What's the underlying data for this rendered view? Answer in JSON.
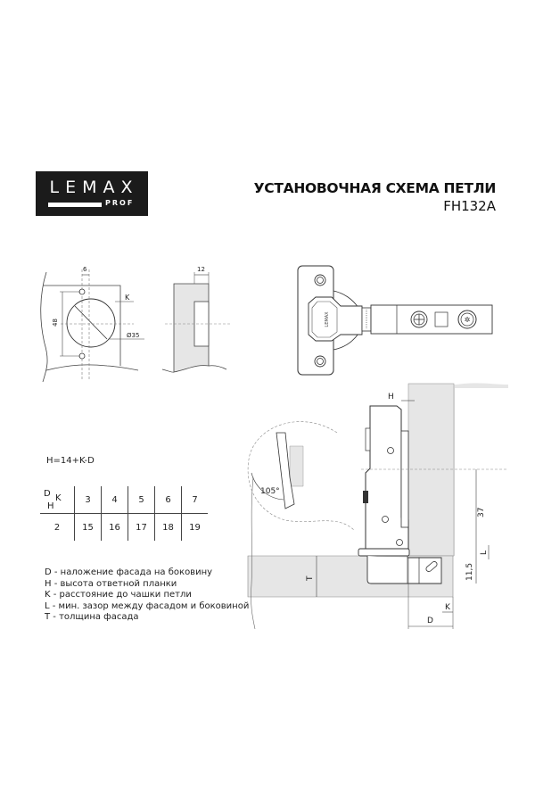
{
  "logo": {
    "brand": "LEMAX",
    "sub": "PROF"
  },
  "header": {
    "title": "УСТАНОВОЧНАЯ СХЕМА ПЕТЛИ",
    "model": "FH132A"
  },
  "drilling": {
    "dim_6": "6",
    "dim_48": "48",
    "dim_K": "K",
    "dim_diameter": "Ø35"
  },
  "side_view": {
    "dim_12": "12"
  },
  "formula": "H=14+K-D",
  "table": {
    "corner": {
      "D": "D",
      "K": "K",
      "H": "H"
    },
    "k_values": [
      "3",
      "4",
      "5",
      "6",
      "7"
    ],
    "d_value": "2",
    "h_values": [
      "15",
      "16",
      "17",
      "18",
      "19"
    ]
  },
  "legend": [
    "D - наложение фасада на боковину",
    "H - высота ответной планки",
    "K - расстояние до чашки петли",
    "L - мин. зазор между фасадом и боковиной",
    "T - толщина фасада"
  ],
  "install_diagram": {
    "angle": "105°",
    "dim_H": "H",
    "dim_37": "37",
    "dim_L": "L",
    "dim_11_5": "11,5",
    "dim_T": "T",
    "dim_K": "K",
    "dim_D": "D"
  },
  "colors": {
    "panel_fill": "#e6e6e6",
    "line": "#333333",
    "logo_bg": "#1b1b1b"
  }
}
